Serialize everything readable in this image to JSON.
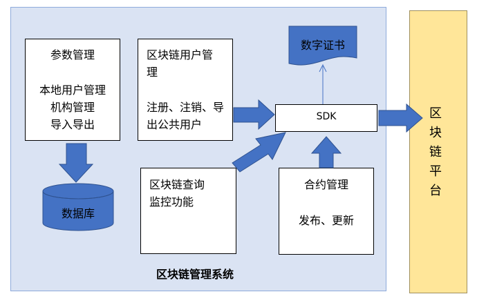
{
  "boxes": {
    "params": {
      "title": "参数管理",
      "items": [
        "本地用户管理",
        "机构管理",
        "导入导出"
      ]
    },
    "chain_user": {
      "title_l1": "区块链用户管",
      "title_l2": "理",
      "desc_l1": "注册、注销、导",
      "desc_l2": "出公共用户"
    },
    "query": {
      "title_l1": "区块链查询",
      "title_l2": "监控功能"
    },
    "contract": {
      "title": "合约管理",
      "desc": "发布、更新"
    },
    "sdk": {
      "label": "SDK"
    },
    "cert": {
      "label": "数字证书"
    },
    "database": {
      "label": "数据库"
    }
  },
  "system_label": "区块链管理系统",
  "platform_chars": [
    "区",
    "块",
    "链",
    "平",
    "台"
  ],
  "colors": {
    "panel": "#dae3f3",
    "platform": "#ffe699",
    "arrow": "#4472c4",
    "arrow_border": "#2f528f"
  }
}
